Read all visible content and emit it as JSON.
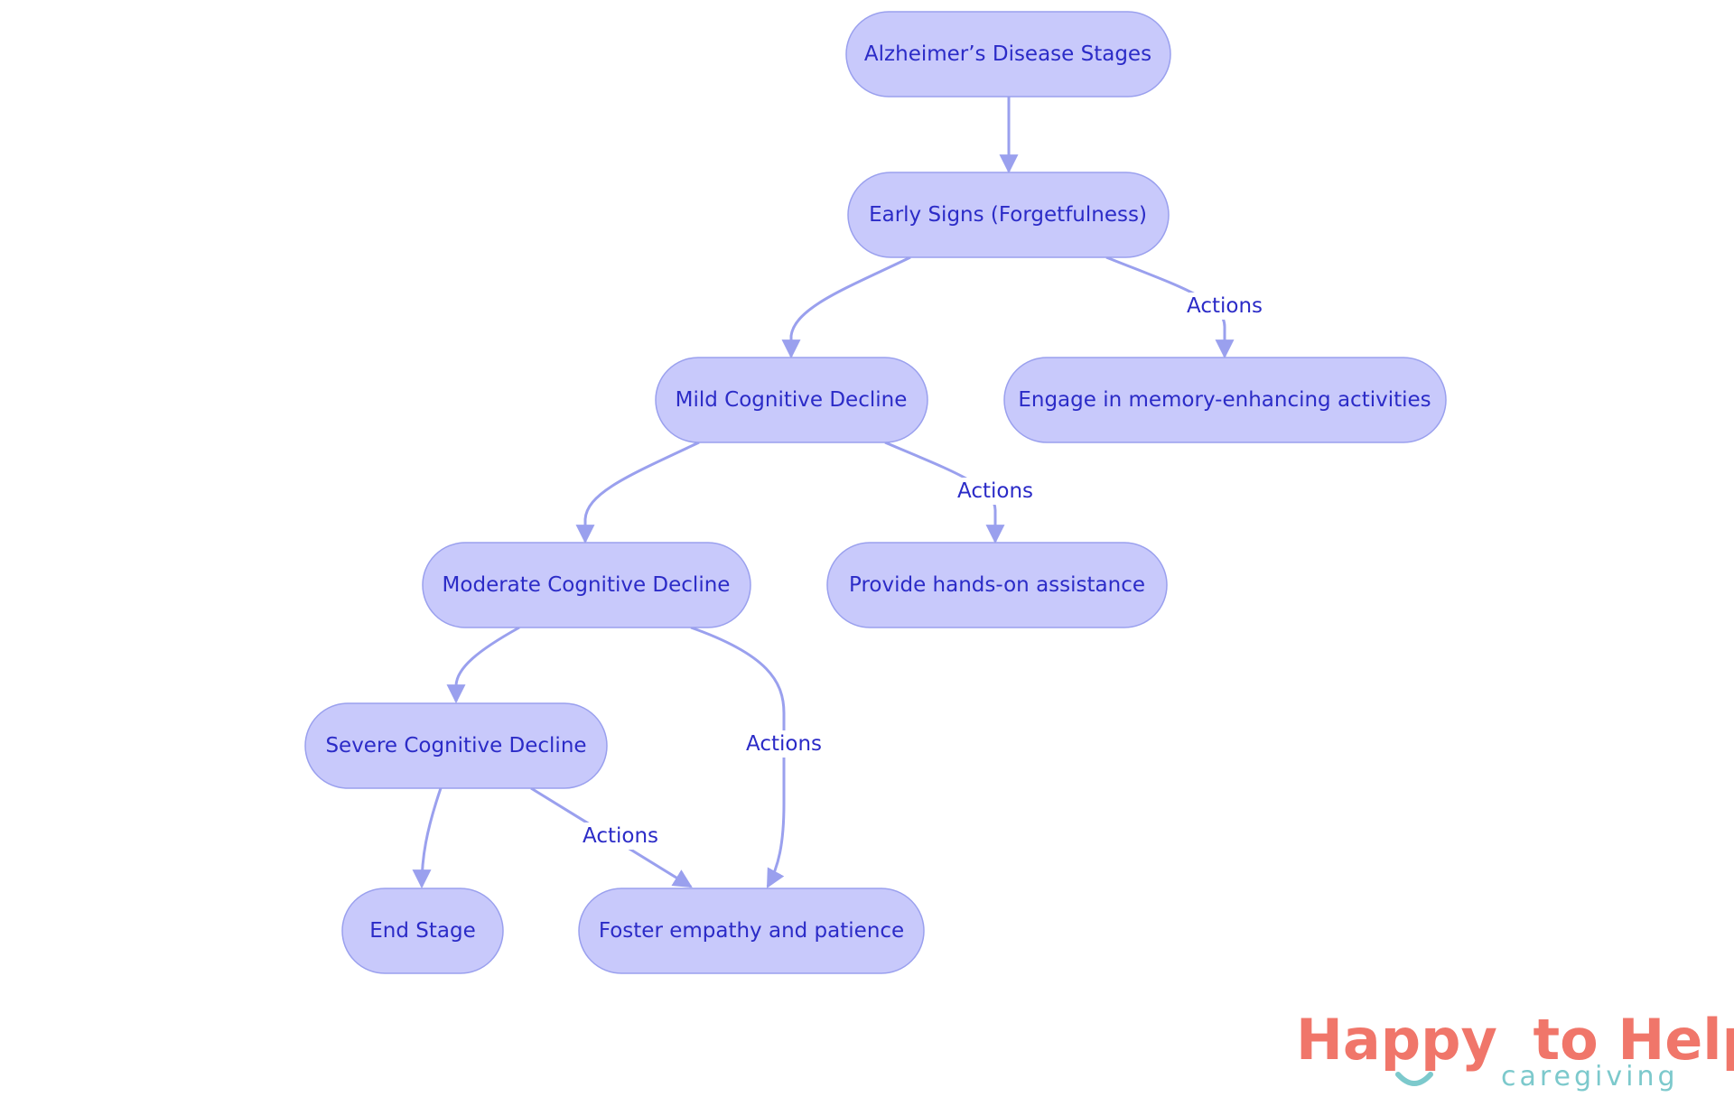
{
  "colors": {
    "node_fill": "#c8c9fb",
    "node_stroke": "#9aa0ee",
    "text": "#2b2bc7",
    "edge": "#9aa0ee",
    "logo_coral": "#f0766a",
    "logo_teal": "#7cc9cc"
  },
  "nodes": {
    "root": "Alzheimer’s Disease Stages",
    "early": "Early Signs (Forgetfulness)",
    "mild": "Mild Cognitive Decline",
    "engage": "Engage in memory-enhancing activities",
    "moderate": "Moderate Cognitive Decline",
    "provide": "Provide hands-on assistance",
    "severe": "Severe Cognitive Decline",
    "end": "End Stage",
    "foster": "Foster empathy and patience"
  },
  "edges": [
    {
      "from": "root",
      "to": "early",
      "label": ""
    },
    {
      "from": "early",
      "to": "mild",
      "label": ""
    },
    {
      "from": "early",
      "to": "engage",
      "label": "Actions"
    },
    {
      "from": "mild",
      "to": "moderate",
      "label": ""
    },
    {
      "from": "mild",
      "to": "provide",
      "label": "Actions"
    },
    {
      "from": "moderate",
      "to": "severe",
      "label": ""
    },
    {
      "from": "moderate",
      "to": "foster",
      "label": "Actions"
    },
    {
      "from": "severe",
      "to": "end",
      "label": ""
    },
    {
      "from": "severe",
      "to": "foster",
      "label": "Actions"
    }
  ],
  "logo": {
    "brand_part1": "Happy",
    "brand_part2": "to Help",
    "tagline": "caregiving"
  }
}
